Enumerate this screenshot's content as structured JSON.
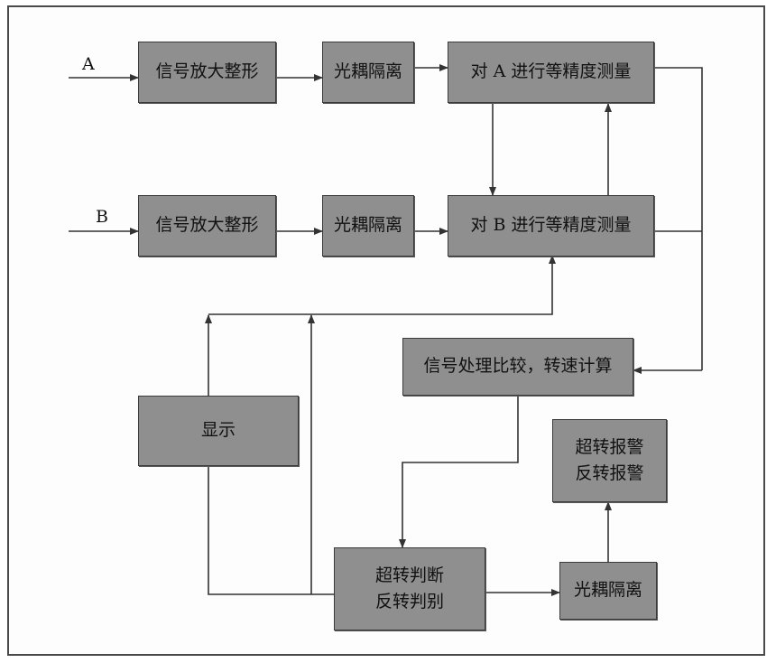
{
  "inputs": {
    "a": "A",
    "b": "B"
  },
  "blocks": {
    "amp_a": "信号放大整形",
    "iso_a": "光耦隔离",
    "meas_a": "对 A 进行等精度测量",
    "amp_b": "信号放大整形",
    "iso_b": "光耦隔离",
    "meas_b": "对 B 进行等精度测量",
    "process": "信号处理比较，转速计算",
    "display": "显示",
    "alarm_line1": "超转报警",
    "alarm_line2": "反转报警",
    "judge_line1": "超转判断",
    "judge_line2": "反转判别",
    "iso_out": "光耦隔离"
  },
  "colors": {
    "block_fill": "#8f8f8f",
    "line": "#333333"
  }
}
